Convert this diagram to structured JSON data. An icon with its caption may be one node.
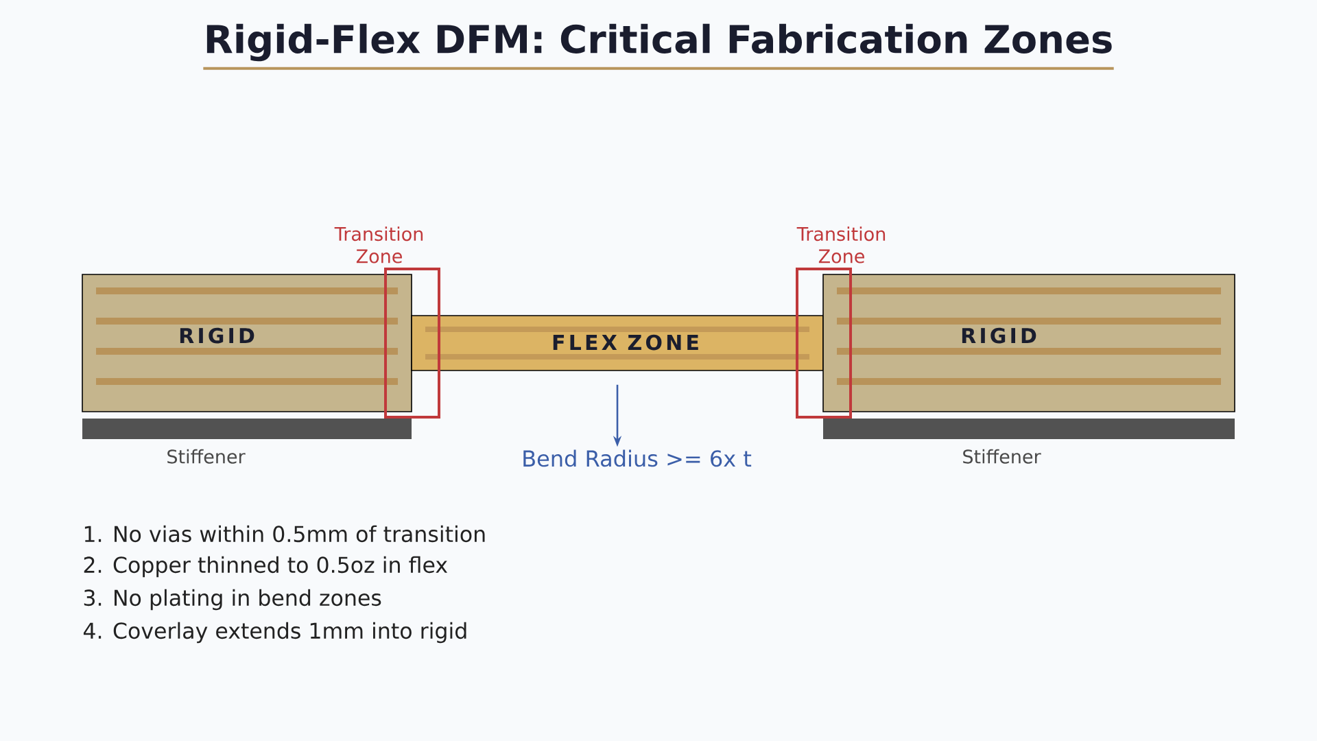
{
  "diagram": {
    "title": "Rigid-Flex DFM: Critical Fabrication Zones",
    "nodes": [
      {
        "text": [
          "Transition Zone"
        ]
      },
      {
        "text": [
          "Transition Zone"
        ]
      },
      {
        "text": [
          "RIGID"
        ]
      },
      {
        "text": [
          "FLEX ZONE"
        ]
      },
      {
        "text": [
          "RIGID"
        ]
      },
      {
        "text": [],
        "shape": "bar",
        "beside": [
          "Stiffener"
        ]
      },
      {
        "text": [
          "Bend Radius >= 6x t"
        ]
      },
      {
        "text": [],
        "shape": "bar",
        "beside": [
          "Stiffener"
        ]
      }
    ],
    "edges": [
      {
        "from": 3,
        "to": 6,
        "arrow": "to"
      }
    ],
    "labels": [
      "1. No vias within 0.5mm of transition",
      "2. Copper thinned to 0.5oz in flex",
      "3. No plating in bend zones",
      "4. Coverlay extends 1mm into rigid"
    ]
  }
}
